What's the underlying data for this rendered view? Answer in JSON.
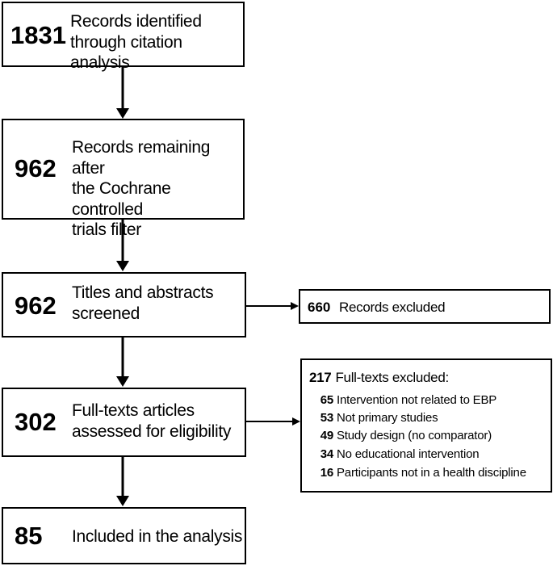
{
  "stages": [
    {
      "count": "1831",
      "label_lines": [
        "Records identified",
        "through citation analysis"
      ]
    },
    {
      "count": "962",
      "label_lines": [
        "Records remaining after",
        "the Cochrane controlled",
        "trials filter"
      ]
    },
    {
      "count": "962",
      "label_lines": [
        "Titles and abstracts",
        "screened"
      ]
    },
    {
      "count": "302",
      "label_lines": [
        "Full-texts articles",
        "assessed for eligibility"
      ]
    },
    {
      "count": "85",
      "label_lines": [
        "Included in the analysis"
      ]
    }
  ],
  "excluded_records": {
    "count": "660",
    "label": "Records excluded"
  },
  "excluded_fulltexts": {
    "count": "217",
    "label": "Full-texts  excluded:",
    "reasons": [
      {
        "count": "65",
        "label": "Intervention not related to EBP"
      },
      {
        "count": "53",
        "label": "Not primary studies"
      },
      {
        "count": "49",
        "label": "Study design (no comparator)"
      },
      {
        "count": "34",
        "label": "No educational intervention"
      },
      {
        "count": "16",
        "label": "Participants not in a health discipline"
      }
    ]
  }
}
